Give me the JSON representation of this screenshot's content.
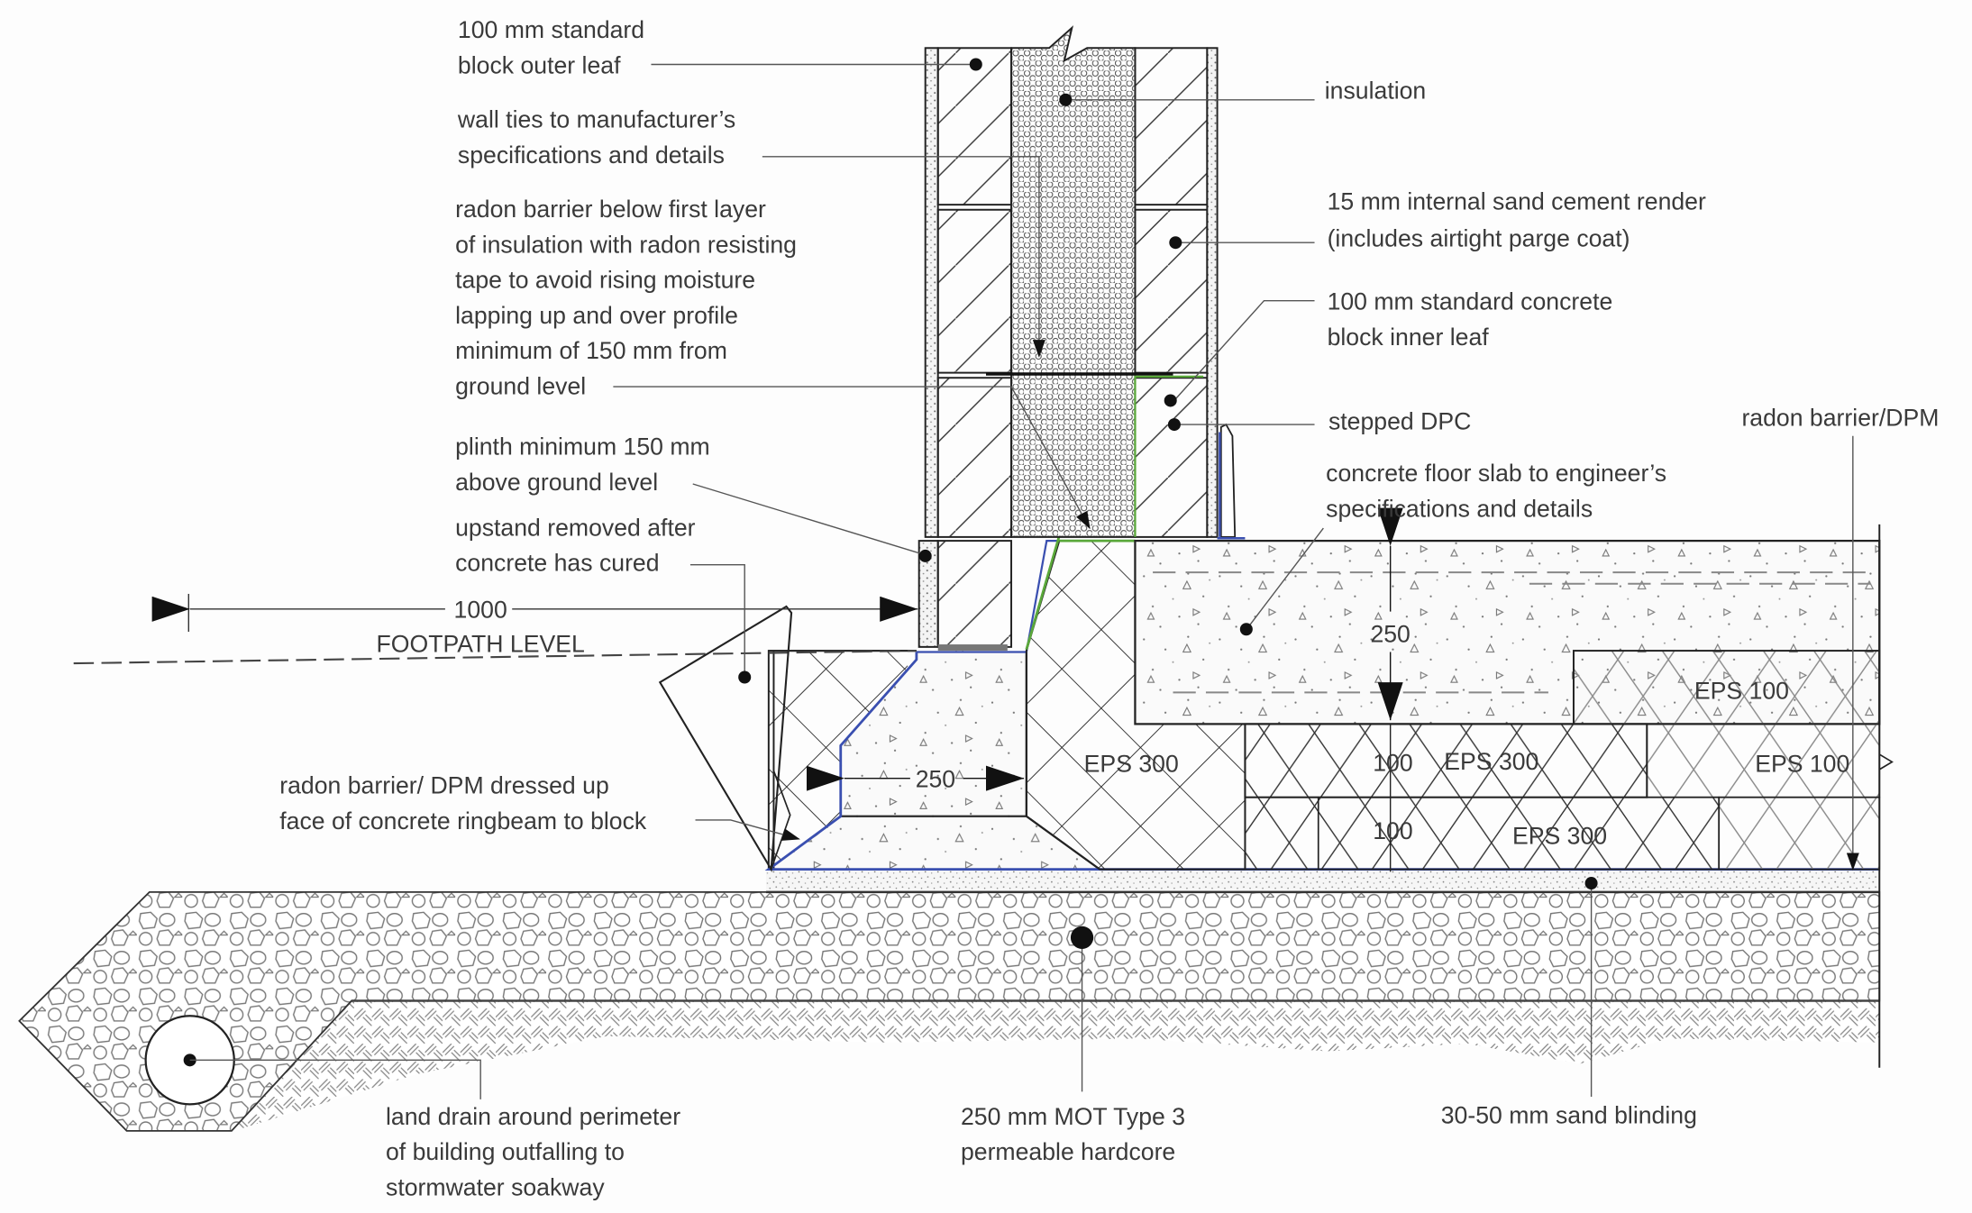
{
  "drawing": {
    "title": "Ground floor / external wall junction with radon barrier (section detail)",
    "colors": {
      "radon_barrier": "#3a4fb0",
      "insulation_seal": "#5aa83a",
      "line": "#2a2a2a",
      "text": "#3a3a3a",
      "background": "#fdfdfd"
    },
    "labels": {
      "outer_leaf": [
        "100 mm standard",
        "block outer leaf"
      ],
      "wall_ties": [
        "wall ties to manufacturer’s",
        "specifications and details"
      ],
      "radon_barrier_note": [
        "radon barrier below first layer",
        "of insulation with radon resisting",
        "tape to avoid rising moisture",
        "lapping up and over profile",
        "minimum of 150 mm from",
        "ground level"
      ],
      "plinth": [
        "plinth minimum 150 mm",
        "above ground level"
      ],
      "upstand": [
        "upstand removed after",
        "concrete has cured"
      ],
      "footpath": "FOOTPATH LEVEL",
      "ringbeam_dpm": [
        "radon barrier/ DPM dressed up",
        "face of concrete ringbeam to block"
      ],
      "insulation": "insulation",
      "render": [
        "15 mm internal sand cement render",
        "(includes airtight parge coat)"
      ],
      "inner_leaf": [
        "100 mm standard concrete",
        "block inner leaf"
      ],
      "stepped_dpc": "stepped DPC",
      "radon_dpm": "radon barrier/DPM",
      "floor_slab": [
        "concrete floor slab to engineer’s",
        "specifications and details"
      ],
      "land_drain": [
        "land drain around perimeter",
        "of building outfalling to",
        "stormwater soakway"
      ],
      "hardcore": [
        "250 mm MOT Type 3",
        "permeable hardcore"
      ],
      "sand_blinding": "30-50 mm sand blinding"
    },
    "dimensions": {
      "footpath_width": "1000",
      "ringbeam_width": "250",
      "slab_depth": "250",
      "eps_layer_1": "100",
      "eps_layer_2": "100"
    },
    "materials": {
      "eps_300_a": "EPS 300",
      "eps_300_b": "EPS 300",
      "eps_300_c": "EPS 300",
      "eps_100_a": "EPS 100",
      "eps_100_b": "EPS 100"
    }
  }
}
